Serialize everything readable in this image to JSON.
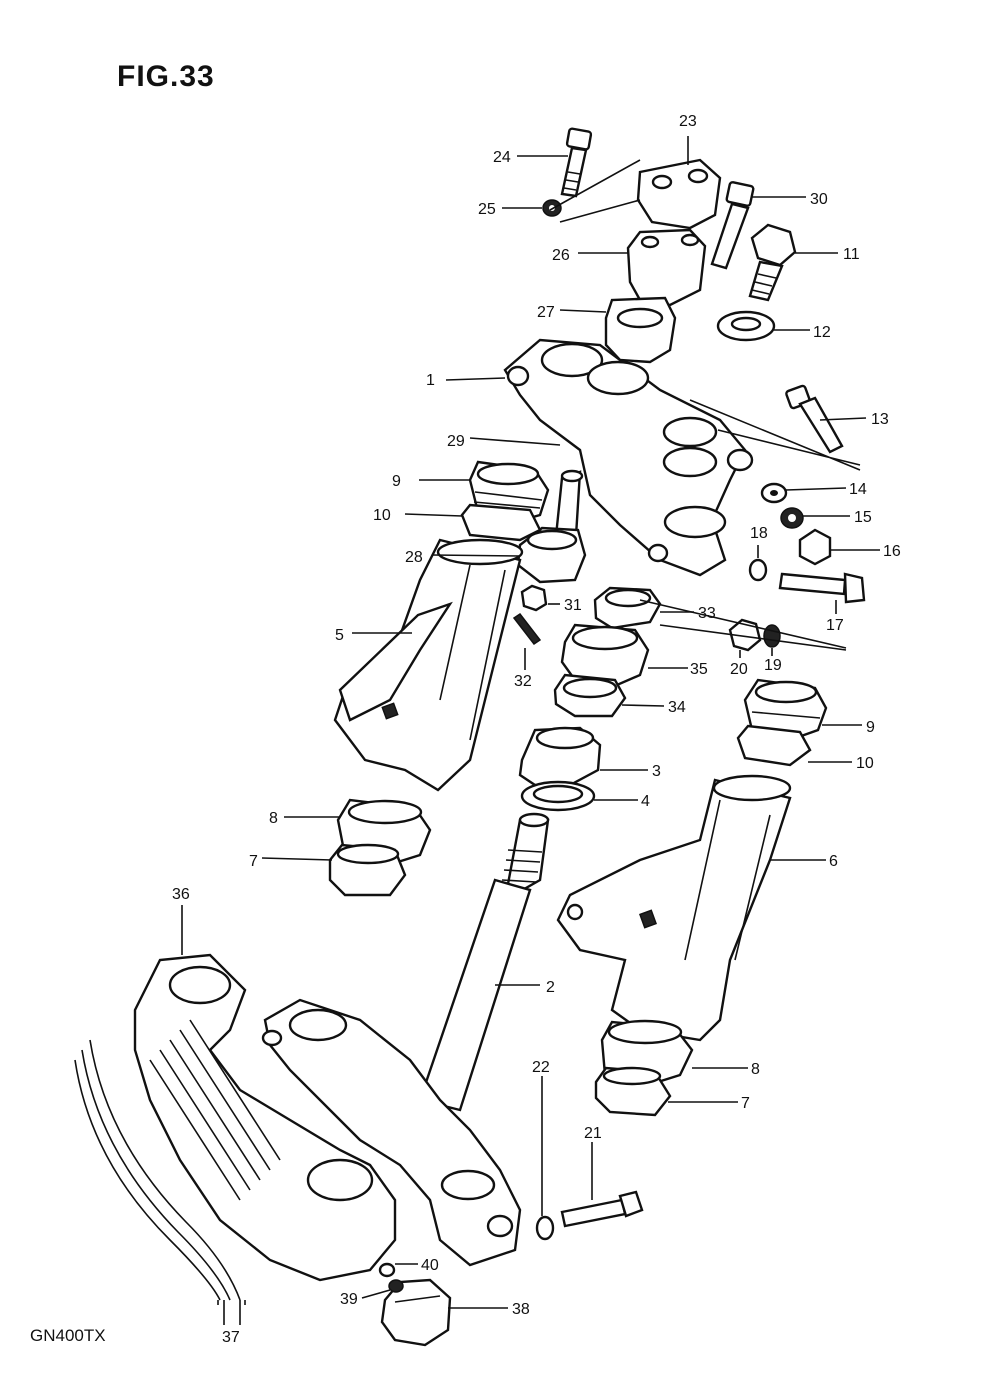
{
  "figure": {
    "title": "FIG.33",
    "model": "GN400TX"
  },
  "callouts": {
    "c1": "1",
    "c2": "2",
    "c3": "3",
    "c4": "4",
    "c5": "5",
    "c6": "6",
    "c7a": "7",
    "c7b": "7",
    "c8a": "8",
    "c8b": "8",
    "c9a": "9",
    "c9b": "9",
    "c10a": "10",
    "c10b": "10",
    "c11": "11",
    "c12": "12",
    "c13": "13",
    "c14": "14",
    "c15": "15",
    "c16": "16",
    "c17": "17",
    "c18": "18",
    "c19": "19",
    "c20": "20",
    "c21": "21",
    "c22": "22",
    "c23": "23",
    "c24": "24",
    "c25": "25",
    "c26": "26",
    "c27": "27",
    "c28": "28",
    "c29": "29",
    "c30": "30",
    "c31": "31",
    "c32": "32",
    "c33": "33",
    "c34": "34",
    "c35": "35",
    "c36": "36",
    "c37": "37",
    "c38": "38",
    "c39": "39",
    "c40": "40"
  }
}
